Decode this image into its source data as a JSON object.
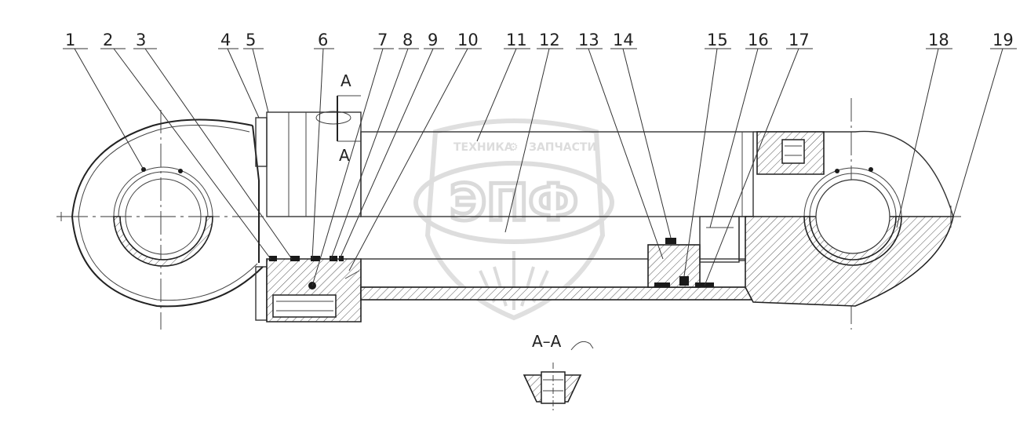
{
  "callouts": [
    "1",
    "2",
    "3",
    "4",
    "5",
    "6",
    "7",
    "8",
    "9",
    "10",
    "11",
    "12",
    "13",
    "14",
    "15",
    "16",
    "17",
    "18",
    "19"
  ],
  "section_marks": {
    "top": "A",
    "bottom": "A"
  },
  "section_view": {
    "label": "A–A"
  },
  "watermark": {
    "top_left": "ТЕХНИКА",
    "top_right": "ЗАПЧАСТИ",
    "logo": "ЭПФ"
  }
}
